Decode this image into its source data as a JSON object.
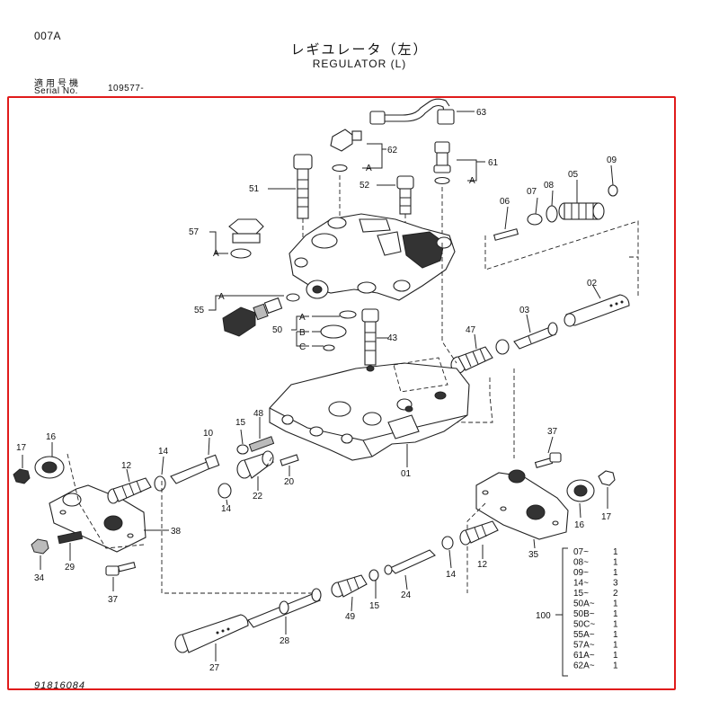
{
  "header": {
    "page_code": "007A",
    "title_jp": "レギユレータ（左）",
    "title_en": "REGULATOR (L)",
    "serial_label_jp": "適用号機",
    "serial_label_en": "Serial No.",
    "serial_value": "109577-"
  },
  "footer": {
    "drawing_number": "91816084"
  },
  "callouts": {
    "p63": "63",
    "p62": "62",
    "p61": "61",
    "p05": "05",
    "p09": "09",
    "p08": "08",
    "p07": "07",
    "p06": "06",
    "p51": "51",
    "p52": "52",
    "p57": "57",
    "p02": "02",
    "p03": "03",
    "p47": "47",
    "p55": "55",
    "p50": "50",
    "p43": "43",
    "p01": "01",
    "p17a": "17",
    "p16a": "16",
    "p14a": "14",
    "p10": "10",
    "p15a": "15",
    "p48": "48",
    "p12a": "12",
    "p14b": "14",
    "p22": "22",
    "p20": "20",
    "p38": "38",
    "p34": "34",
    "p29": "29",
    "p37a": "37",
    "p37b": "37",
    "p16b": "16",
    "p17b": "17",
    "p35": "35",
    "p12b": "12",
    "p14c": "14",
    "p24": "24",
    "p15b": "15",
    "p49": "49",
    "p28": "28",
    "p27": "27",
    "A1": "A",
    "A2": "A",
    "A3": "A",
    "A4": "A",
    "A5": "A",
    "B1": "B",
    "C1": "C"
  },
  "kit": {
    "number": "100",
    "items": [
      {
        "part": "07",
        "qty": "1"
      },
      {
        "part": "08",
        "qty": "1"
      },
      {
        "part": "09",
        "qty": "1"
      },
      {
        "part": "14",
        "qty": "3"
      },
      {
        "part": "15",
        "qty": "2"
      },
      {
        "part": "50A",
        "qty": "1"
      },
      {
        "part": "50B",
        "qty": "1"
      },
      {
        "part": "50C",
        "qty": "1"
      },
      {
        "part": "55A",
        "qty": "1"
      },
      {
        "part": "57A",
        "qty": "1"
      },
      {
        "part": "61A",
        "qty": "1"
      },
      {
        "part": "62A",
        "qty": "1"
      }
    ]
  }
}
